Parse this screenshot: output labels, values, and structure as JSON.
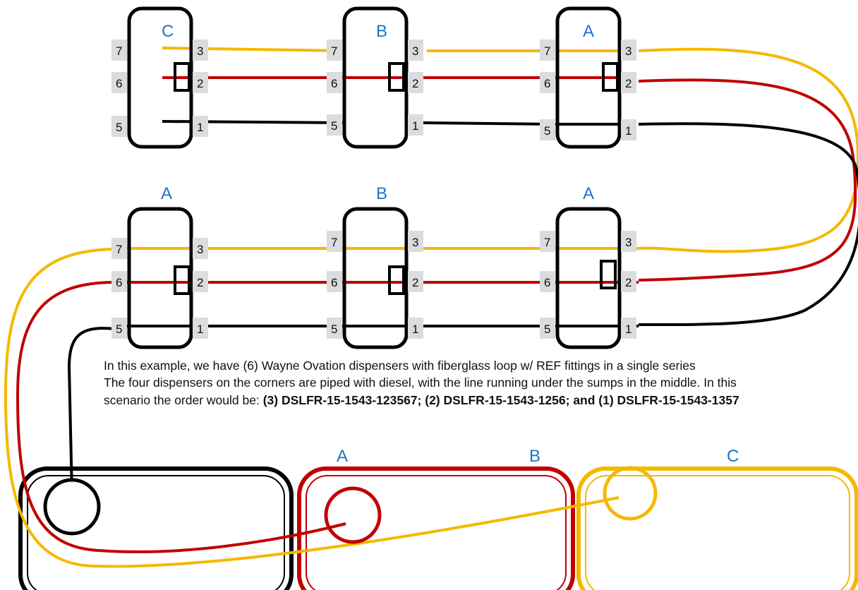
{
  "colors": {
    "gasoline_line": "#f5b800",
    "diesel_line": "#c00000",
    "dispenser_line": "#000000",
    "label_blue": "#1f73c7",
    "pin_box": "#dcdcdc"
  },
  "dispensers": [
    {
      "letter": "C",
      "row": "top",
      "pins_left": [
        "7",
        "6",
        "5"
      ],
      "pins_right": [
        "3",
        "2",
        "1"
      ]
    },
    {
      "letter": "B",
      "row": "top",
      "pins_left": [
        "7",
        "6",
        "5"
      ],
      "pins_right": [
        "3",
        "2",
        "1"
      ]
    },
    {
      "letter": "A",
      "row": "top",
      "pins_left": [
        "7",
        "6",
        "5"
      ],
      "pins_right": [
        "3",
        "2",
        "1"
      ]
    },
    {
      "letter": "A",
      "row": "bottom",
      "pins_left": [
        "7",
        "6",
        "5"
      ],
      "pins_right": [
        "3",
        "2",
        "1"
      ]
    },
    {
      "letter": "B",
      "row": "bottom",
      "pins_left": [
        "7",
        "6",
        "5"
      ],
      "pins_right": [
        "3",
        "2",
        "1"
      ]
    },
    {
      "letter": "A",
      "row": "bottom",
      "pins_left": [
        "7",
        "6",
        "5"
      ],
      "pins_right": [
        "3",
        "2",
        "1"
      ]
    }
  ],
  "caption": {
    "line1": "In this example, we have (6) Wayne Ovation dispensers with fiberglass loop w/ REF fittings in a single series",
    "line2": "The four dispensers on the corners are piped with diesel, with the line running under the sumps in the middle. In this",
    "line3_prefix": "scenario the order would be: ",
    "line3_bold": "(3) DSLFR-15-1543-123567; (2) DSLFR-15-1543-1256; and (1) DSLFR-15-1543-1357"
  },
  "tank_labels": [
    "A",
    "B",
    "C"
  ]
}
